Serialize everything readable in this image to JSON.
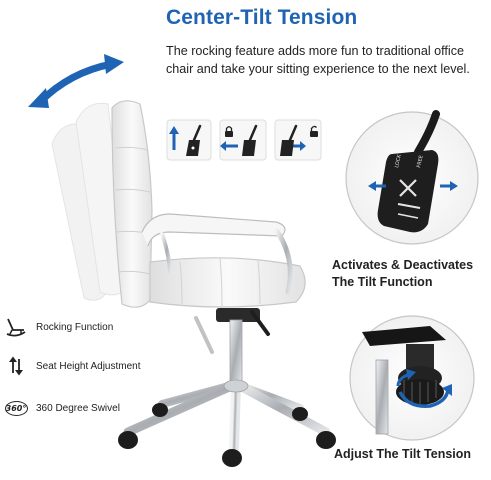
{
  "header": {
    "title": "Center-Tilt Tension",
    "description": "The rocking feature adds more fun to traditional office chair and take your sitting experience to the next level."
  },
  "callouts": {
    "activate_label": "Activates & Deactivates The Tilt Function",
    "adjust_label": "Adjust The Tilt Tension"
  },
  "features": [
    {
      "label": "Rocking Function",
      "icon": "rocking-chair-icon"
    },
    {
      "label": "Seat Height Adjustment",
      "icon": "height-arrows-icon"
    },
    {
      "label": "360 Degree Swivel",
      "icon": "swivel-360-icon",
      "icon_text": "360°"
    }
  ],
  "colors": {
    "accent_blue": "#1f64b4",
    "chair_white": "#f4f4f4",
    "chrome": "#b9bcc0",
    "lever_black": "#1e1e1e"
  }
}
